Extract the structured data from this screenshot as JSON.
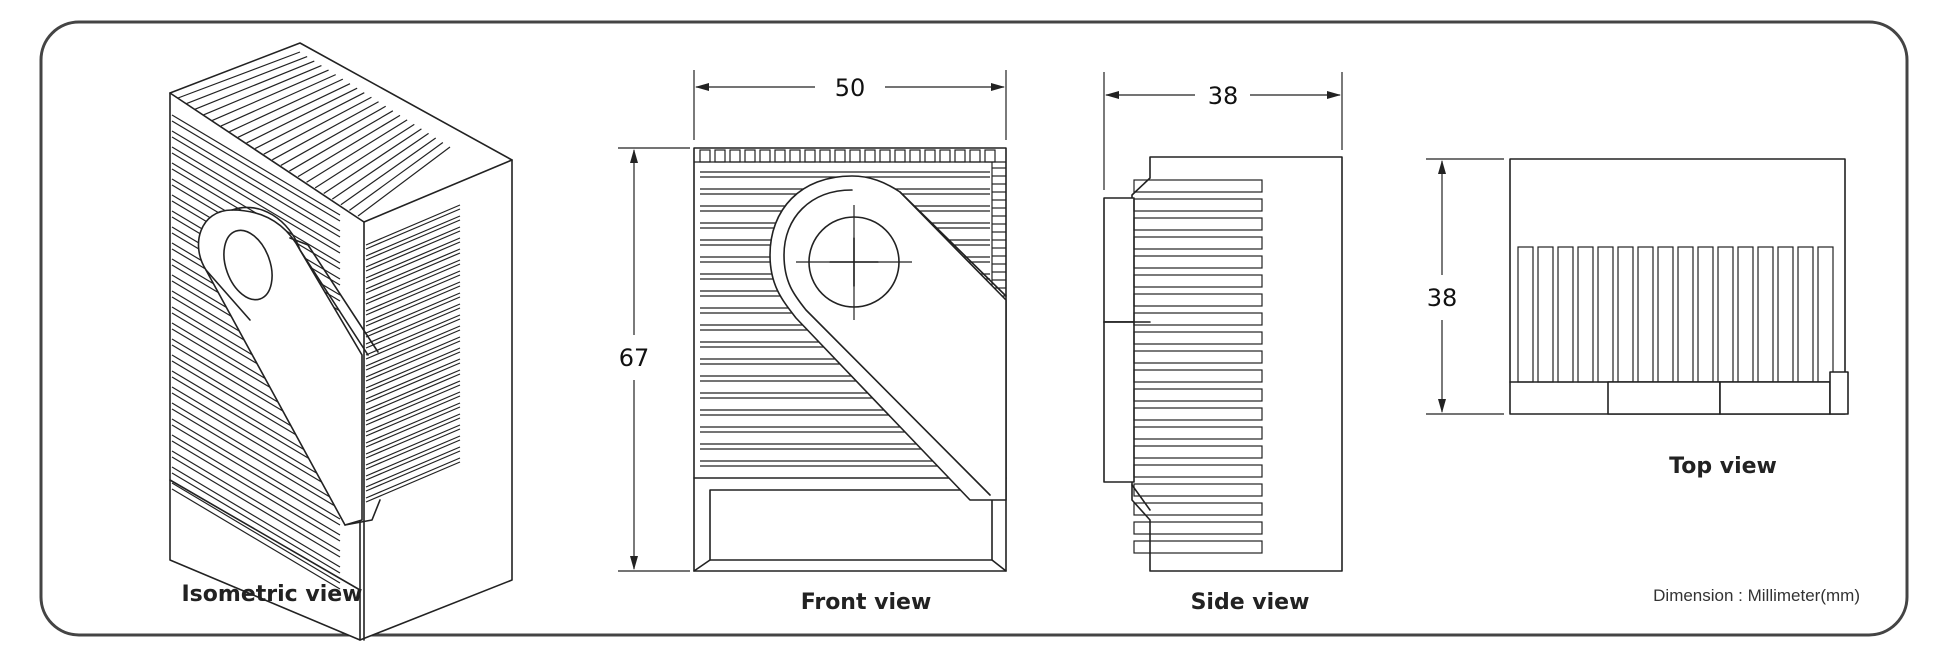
{
  "views": {
    "isometric": {
      "caption": "Isometric view"
    },
    "front": {
      "caption": "Front view",
      "width_dim": "50",
      "height_dim": "67"
    },
    "side": {
      "caption": "Side view",
      "width_dim": "38"
    },
    "top": {
      "caption": "Top view",
      "height_dim": "38"
    }
  },
  "note": "Dimension : Millimeter(mm)"
}
